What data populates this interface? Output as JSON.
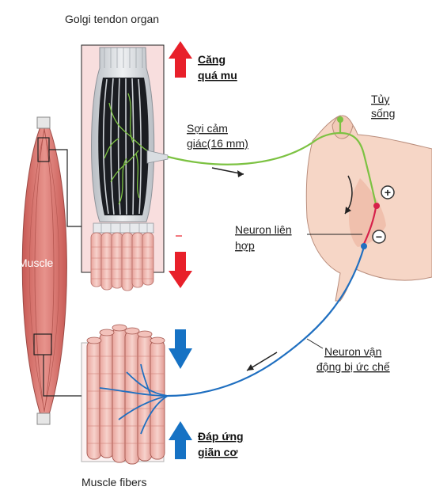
{
  "labels": {
    "golgi_title": "Golgi tendon organ",
    "tension_line1": "Căng",
    "tension_line2": "quá mu",
    "spinal_line1": "Tủy",
    "spinal_line2": "sống",
    "sensory_line1": "Sợi cảm",
    "sensory_line2": "giác(16 mm)",
    "interneuron_line1": "Neuron liên",
    "interneuron_line2": "hợp",
    "motor_line1": "Neuron vận",
    "motor_line2": "động bị ức chế",
    "muscle": "Muscle",
    "fibers": "Muscle fibers",
    "response_line1": "Đáp ứng",
    "response_line2": "giãn cơ",
    "plus": "+",
    "minus": "−"
  },
  "colors": {
    "up_arrow": "#e8202a",
    "down_arrow": "#e8202a",
    "relax_arrow": "#1672c4",
    "sensory_fiber": "#7cc242",
    "interneuron": "#d6204a",
    "motor_fiber": "#1f6fc0",
    "muscle": "#d9706a",
    "spinal_cord": "#f6d6c6"
  }
}
